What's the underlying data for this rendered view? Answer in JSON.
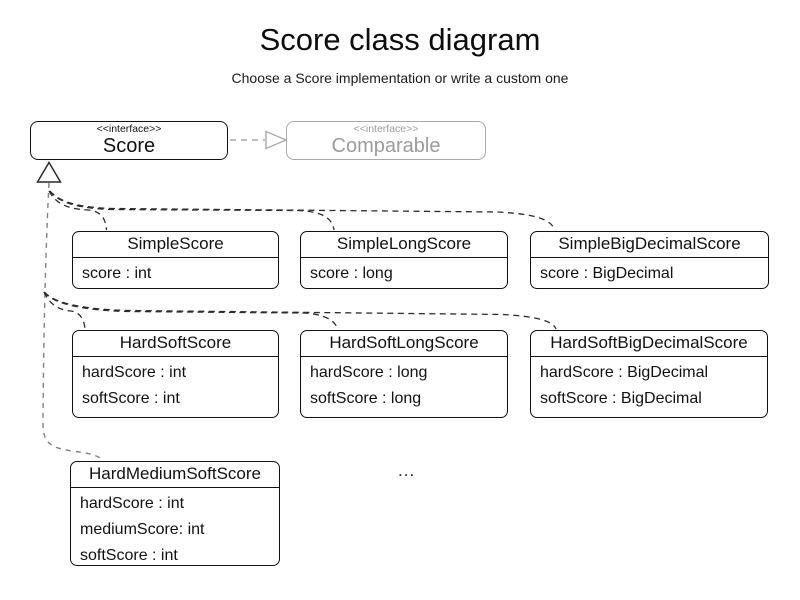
{
  "title": "Score class diagram",
  "subtitle": "Choose a Score implementation or write a custom one",
  "interfaces": {
    "score": {
      "stereotype": "<<interface>>",
      "name": "Score"
    },
    "comparable": {
      "stereotype": "<<interface>>",
      "name": "Comparable"
    }
  },
  "classes": [
    {
      "name": "SimpleScore",
      "attributes": [
        "score : int"
      ]
    },
    {
      "name": "SimpleLongScore",
      "attributes": [
        "score : long"
      ]
    },
    {
      "name": "SimpleBigDecimalScore",
      "attributes": [
        "score : BigDecimal"
      ]
    },
    {
      "name": "HardSoftScore",
      "attributes": [
        "hardScore : int",
        "softScore : int"
      ]
    },
    {
      "name": "HardSoftLongScore",
      "attributes": [
        "hardScore : long",
        "softScore : long"
      ]
    },
    {
      "name": "HardSoftBigDecimalScore",
      "attributes": [
        "hardScore : BigDecimal",
        "softScore : BigDecimal"
      ]
    },
    {
      "name": "HardMediumSoftScore",
      "attributes": [
        "hardScore : int",
        "mediumScore: int",
        "softScore : int"
      ]
    }
  ],
  "ellipsis": "...",
  "colors": {
    "text": "#111111",
    "box_border": "#111111",
    "muted_text": "#9b9b9b",
    "muted_border": "#aaaaaa",
    "connector": "#2b2b2b",
    "trunk": "#808080",
    "background": "#ffffff"
  }
}
